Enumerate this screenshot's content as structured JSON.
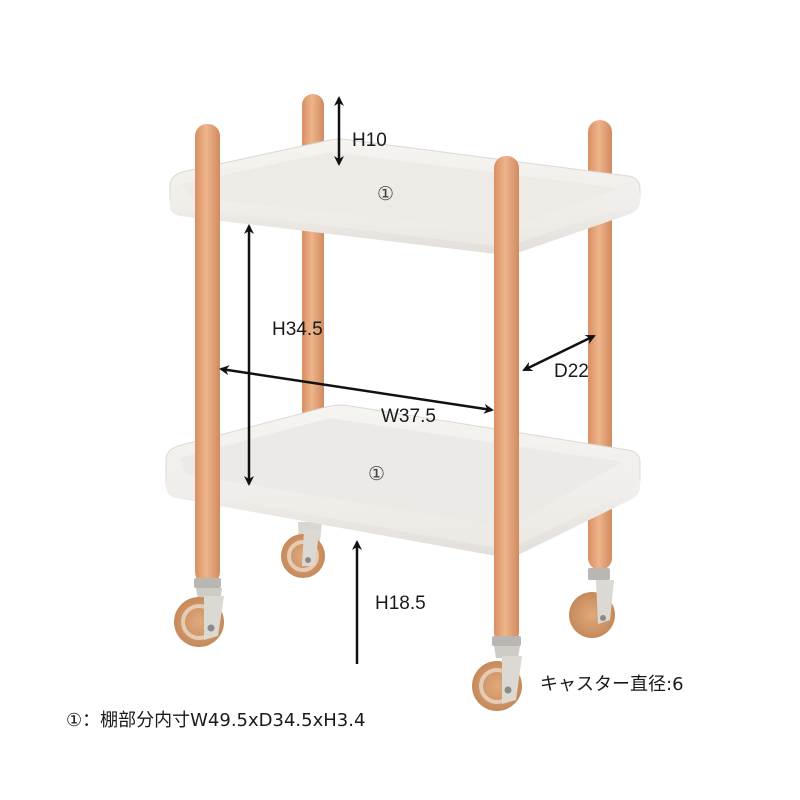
{
  "diagram": {
    "subject": "2-tier wooden leg trolley cart with casters",
    "colors": {
      "shelf": "#f1efec",
      "shelf_shade": "#dedad5",
      "wood": "#e7a77d",
      "wood_dark": "#c98a5f",
      "wheel": "#cf9a6e",
      "caster_metal": "#d9d6d0",
      "arrow": "#111111"
    },
    "markers": {
      "top_shelf": "①",
      "bottom_shelf": "①"
    },
    "dimensions": {
      "top_post_height": "H10",
      "shelf_gap_height": "H34.5",
      "depth": "D22",
      "width": "W37.5",
      "floor_clearance": "H18.5"
    },
    "notes": {
      "caster": "キャスター直径:6",
      "shelf_inner": "①：棚部分内寸W49.5xD34.5xH3.4"
    }
  }
}
